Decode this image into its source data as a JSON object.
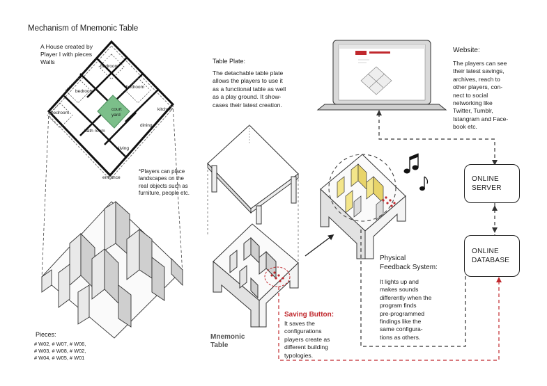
{
  "title": "Mechanism of Mnemonic Table",
  "house": {
    "caption": "A House created by\nPlayer I with pieces\nWalls",
    "rooms": {
      "bedroom_top": "bedroom",
      "bedroom_left": "bedroom",
      "bedroom_right": "bedroom",
      "bedroom_far_left": "bedroom",
      "court_yard": "court\nyard",
      "kitchen": "kitchen",
      "dining": "dining",
      "bath_room": "bath room",
      "living": "living",
      "entrance": "entrance"
    },
    "note": "*Players can place\nlandscapes on the\nreal objects such as\nfurniture, people etc."
  },
  "pieces": {
    "label": "Pieces:",
    "list": "# W02, # W07, # W06,\n# W03, # W08, # W02,\n# W04, # W05, # W01"
  },
  "table_plate": {
    "title": "Table Plate:",
    "description": "The detachable table plate\nallows the players to use it\nas a functional table as well\nas a play ground. It show-\ncases their latest creation."
  },
  "mnemonic_table_label": "Mnemonic\nTable",
  "website": {
    "title": "Website:",
    "description": "The players can see\ntheir latest savings,\narchives, reach to\nother players, con-\nnect to social\nnetworking like\nTwitter, Tumblr,\nIstangram and Face-\nbook etc."
  },
  "online_server": "ONLINE\nSERVER",
  "online_database": "ONLINE\nDATABASE",
  "physical_feedback": {
    "title": "Physical\nFeedback System",
    "description": "It lights up and\nmakes sounds\ndifferently when the\nprogram finds\npre-programmed\nfindings like the\nsame configura-\ntions as others."
  },
  "saving_button": {
    "title": "Saving Button:",
    "description": "It saves the\nconfigurations\nplayers create as\ndifferent building\ntypologies."
  },
  "colors": {
    "accent_red": "#c0282d",
    "courtyard_green": "#7cbf8a",
    "light_yellow": "#f3e58a",
    "line": "#222222"
  }
}
